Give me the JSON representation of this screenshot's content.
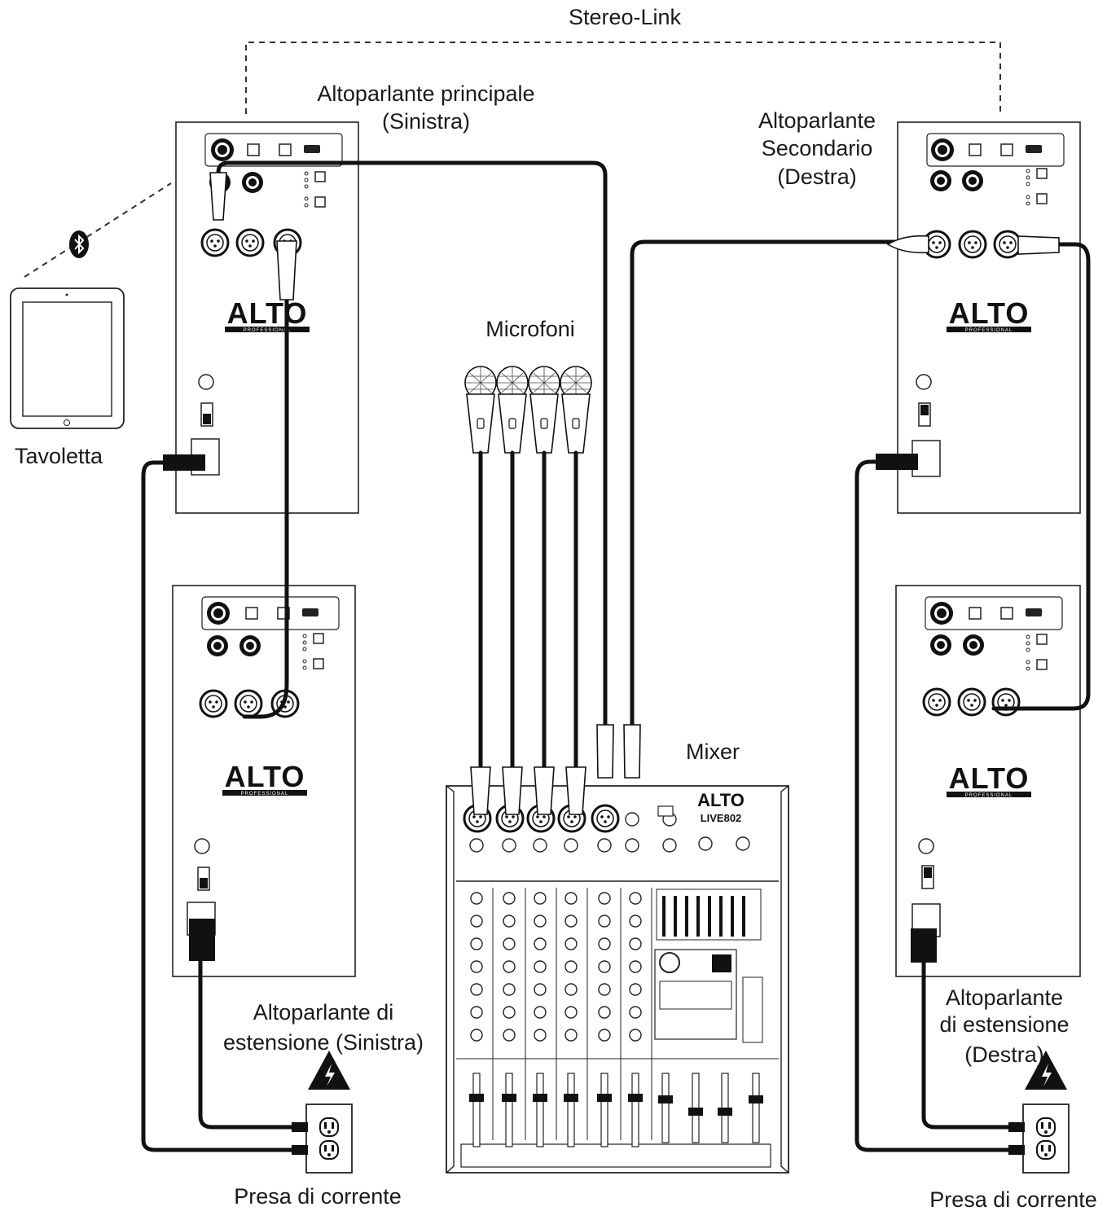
{
  "labels": {
    "stereo_link": "Stereo-Link",
    "main_speaker_line1": "Altoparlante principale",
    "main_speaker_line2": "(Sinistra)",
    "secondary_speaker_line1": "Altoparlante",
    "secondary_speaker_line2": "Secondario",
    "secondary_speaker_line3": "(Destra)",
    "microphones": "Microfoni",
    "tablet": "Tavoletta",
    "mixer": "Mixer",
    "ext_left_line1": "Altoparlante di",
    "ext_left_line2": "estensione (Sinistra)",
    "ext_right_line1": "Altoparlante",
    "ext_right_line2": "di estensione",
    "ext_right_line3": "(Destra)",
    "outlet_left": "Presa di corrente",
    "outlet_right": "Presa di corrente"
  },
  "brand": {
    "name": "ALTO",
    "sub": "PROFESSIONAL",
    "mixer_model": "LIVE802"
  },
  "icons": {
    "bluetooth": "bluetooth-icon",
    "warning": "high-voltage-warning-icon"
  }
}
